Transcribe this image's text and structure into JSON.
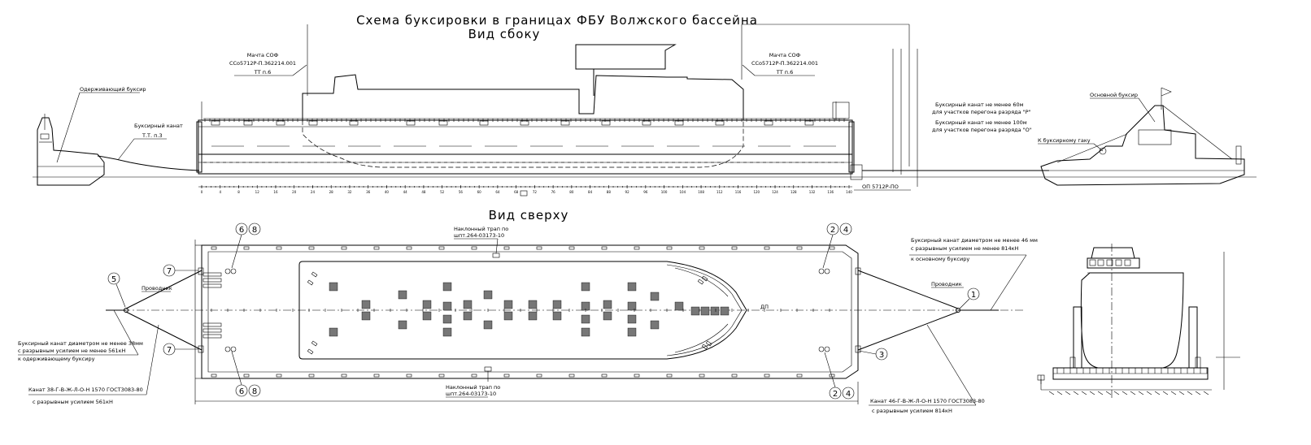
{
  "title": "Схема буксировки в границах ФБУ Волжского бассейна",
  "side_view": {
    "label": "Вид сбоку",
    "holding_tug": "Одерживающий буксир",
    "tow_rope": "Буксирный канат",
    "tow_rope_ref": "Т.Т. п.3",
    "mast_left": {
      "line1": "Мачта СОФ",
      "line2": "ССо5712Р-П.362214.001",
      "line3": "ТТ п.6"
    },
    "mast_right": {
      "line1": "Мачта СОФ",
      "line2": "ССо5712Р-П.362214.001",
      "line3": "ТТ п.6"
    },
    "rope_note": {
      "line1": "Буксирный канат не менее 60м",
      "line2": "для участков перегона разряда \"Р\"",
      "line3": "Буксирный канат не менее 100м",
      "line4": "для участков перегона разряда \"О\""
    },
    "main_tug": "Основной буксир",
    "to_hook": "К буксирному гаку",
    "vessel_code": "ОП 5712Р-ПО",
    "frames": [
      "0",
      "4",
      "8",
      "12",
      "16",
      "20",
      "24",
      "28",
      "32",
      "36",
      "40",
      "44",
      "48",
      "52",
      "56",
      "60",
      "64",
      "68",
      "72",
      "76",
      "80",
      "84",
      "88",
      "92",
      "96",
      "100",
      "104",
      "108",
      "112",
      "116",
      "120",
      "124",
      "128",
      "132",
      "136",
      "140"
    ]
  },
  "top_view": {
    "label": "Вид сверху",
    "ladder_top": {
      "line1": "Наклонный трап по",
      "line2": "шпт.264-03173-10"
    },
    "ladder_bottom": {
      "line1": "Наклонный трап по",
      "line2": "шпт.264-03173-10"
    },
    "guide_left": "Проводник",
    "guide_right": "Проводник",
    "rope_right": {
      "line1": "Буксирный канат диаметром не менее 46 мм",
      "line2": "с разрывным усилием не менее 814кН",
      "line3": "к основному буксиру"
    },
    "rope_left": {
      "line1": "Буксирный канат диаметром не менее 38мм",
      "line2": "с разрывным усилием не менее 561кН",
      "line3": "к одерживающему буксиру"
    },
    "rope_left_spec": {
      "line1": "Канат 38-Г-В-Ж-Л-О-Н 1570 ГОСТ3083-80",
      "line2": "с разрывным усилием  561кН"
    },
    "rope_right_spec": {
      "line1": "Канат 46-Г-В-Ж-Л-О-Н 1570 ГОСТ3083-80",
      "line2": "с разрывным усилием  814кН"
    },
    "dp": "ДП",
    "markers": {
      "m1": "1",
      "m2": "2",
      "m3": "3",
      "m4": "4",
      "m5": "5",
      "m6": "6",
      "m7": "7",
      "m8": "8"
    }
  }
}
